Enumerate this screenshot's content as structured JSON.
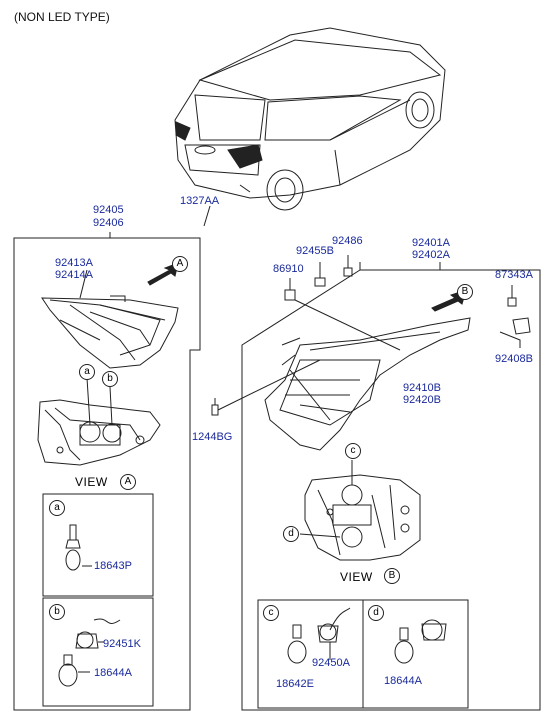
{
  "header": {
    "title": "(NON LED TYPE)"
  },
  "parts": {
    "p1327AA": "1327AA",
    "p92405": "92405",
    "p92406": "92406",
    "p92413A": "92413A",
    "p92414A": "92414A",
    "p18643P": "18643P",
    "p92451K": "92451K",
    "p18644A_left": "18644A",
    "p92486": "92486",
    "p92401A": "92401A",
    "p92402A": "92402A",
    "p92455B": "92455B",
    "p86910": "86910",
    "p87343A": "87343A",
    "p92408B": "92408B",
    "p92410B": "92410B",
    "p92420B": "92420B",
    "p1244BG": "1244BG",
    "p18642E": "18642E",
    "p92450A": "92450A",
    "p18644A_right": "18644A"
  },
  "views": {
    "view_label": "VIEW",
    "a": "A",
    "b": "B"
  },
  "callouts": {
    "a": "a",
    "b": "b",
    "c": "c",
    "d": "d"
  },
  "colors": {
    "part_number": "#1a2a9c",
    "lines": "#222222"
  }
}
